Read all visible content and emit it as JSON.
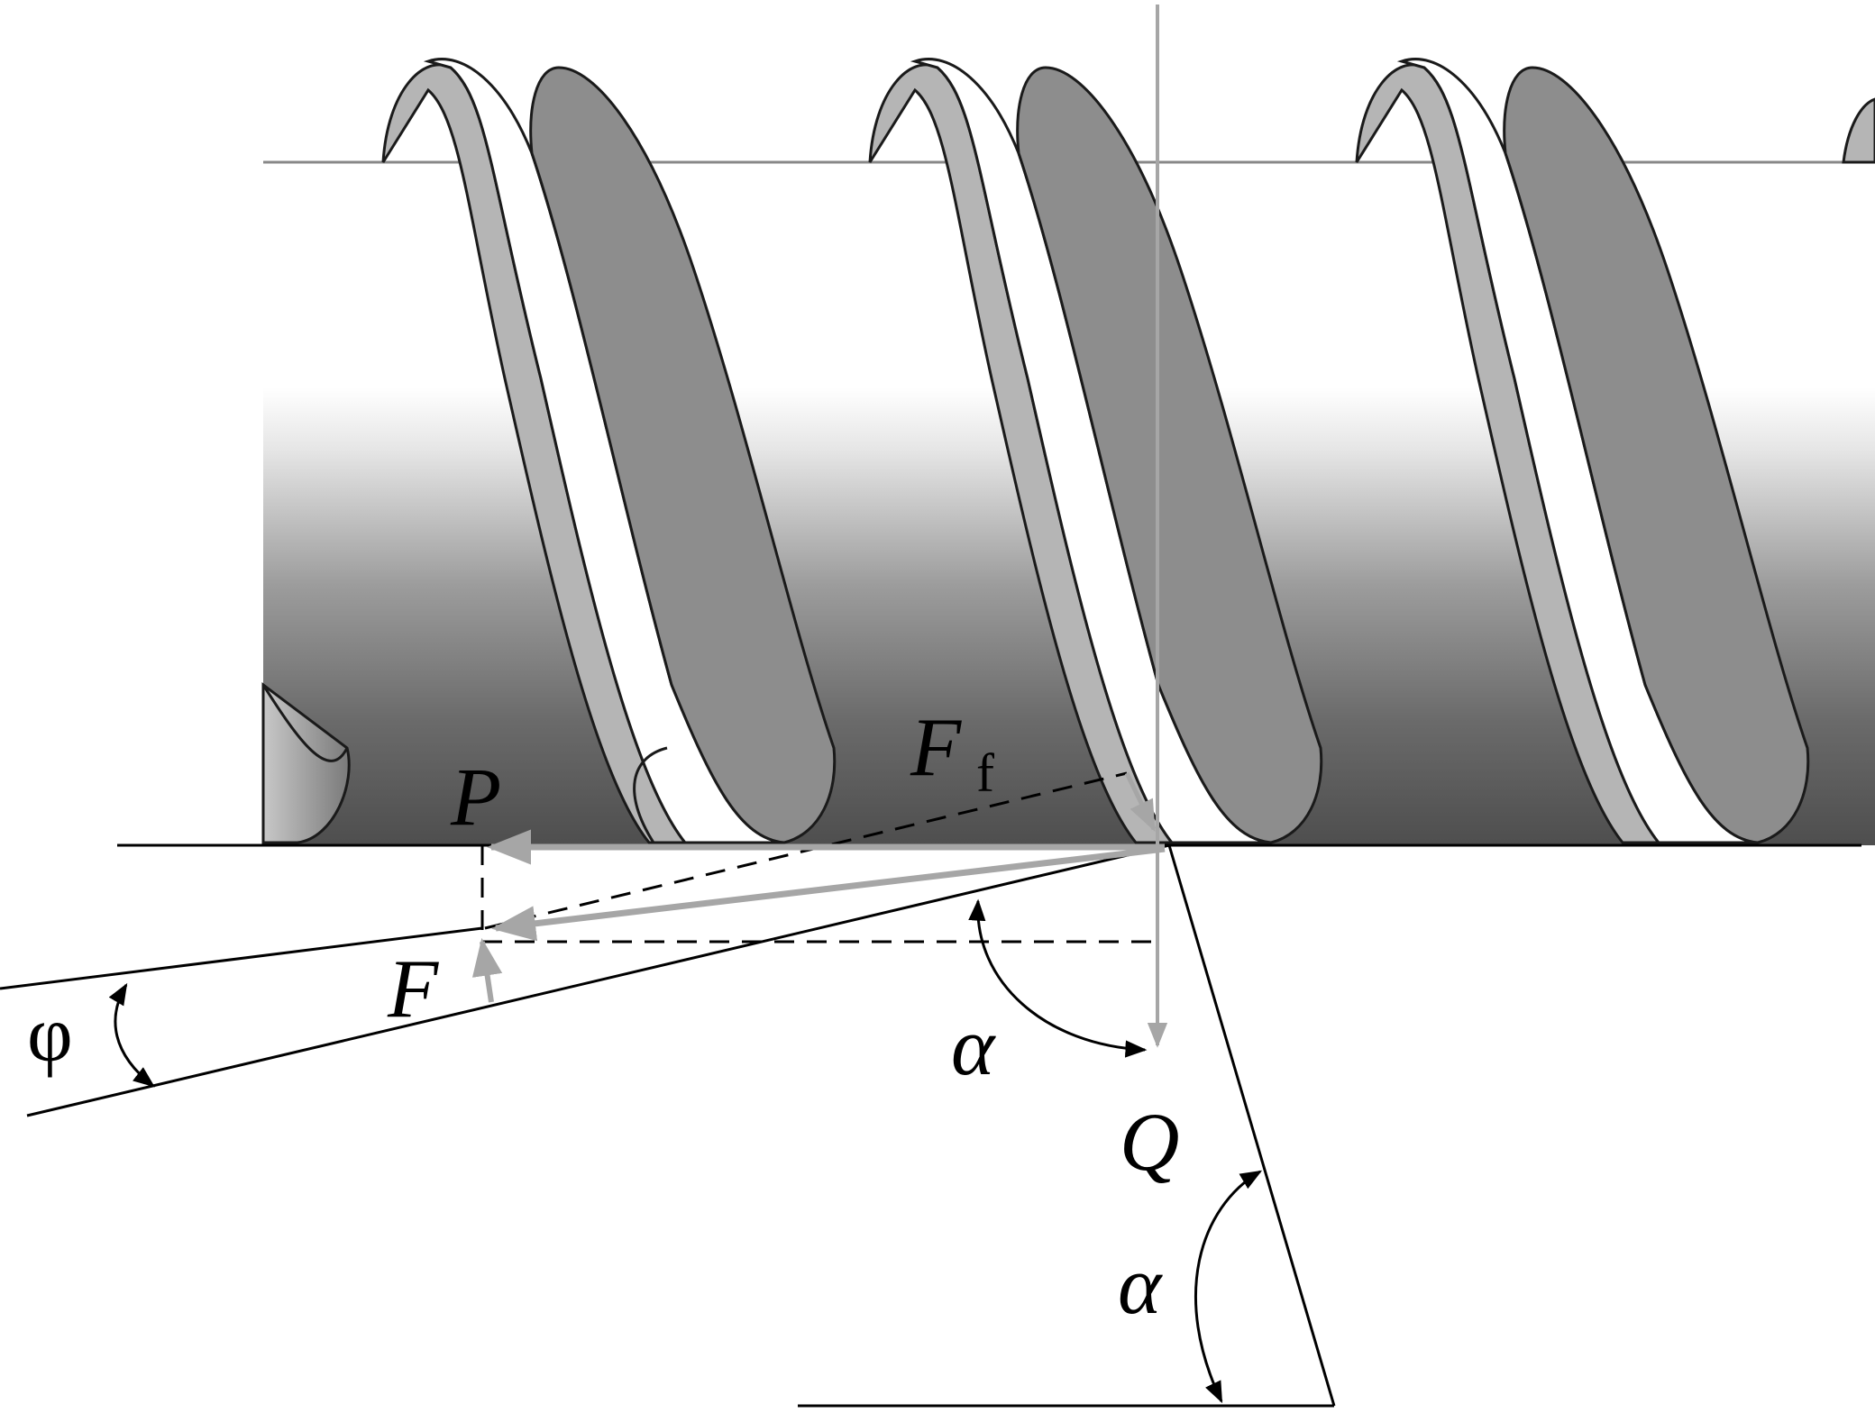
{
  "diagram": {
    "labels": {
      "P": "P",
      "F": "F",
      "Ff_main": "F",
      "Ff_sub": "f",
      "Q": "Q",
      "alpha_upper": "α",
      "alpha_lower": "α",
      "phi": "φ"
    },
    "colors": {
      "ink": "#000000",
      "force_arrow": "#a6a6a6",
      "screw_light": "#f2f2f2",
      "screw_dark": "#5a5a5a",
      "thread_face": "#ffffff",
      "thread_side": "#9a9a9a"
    }
  }
}
